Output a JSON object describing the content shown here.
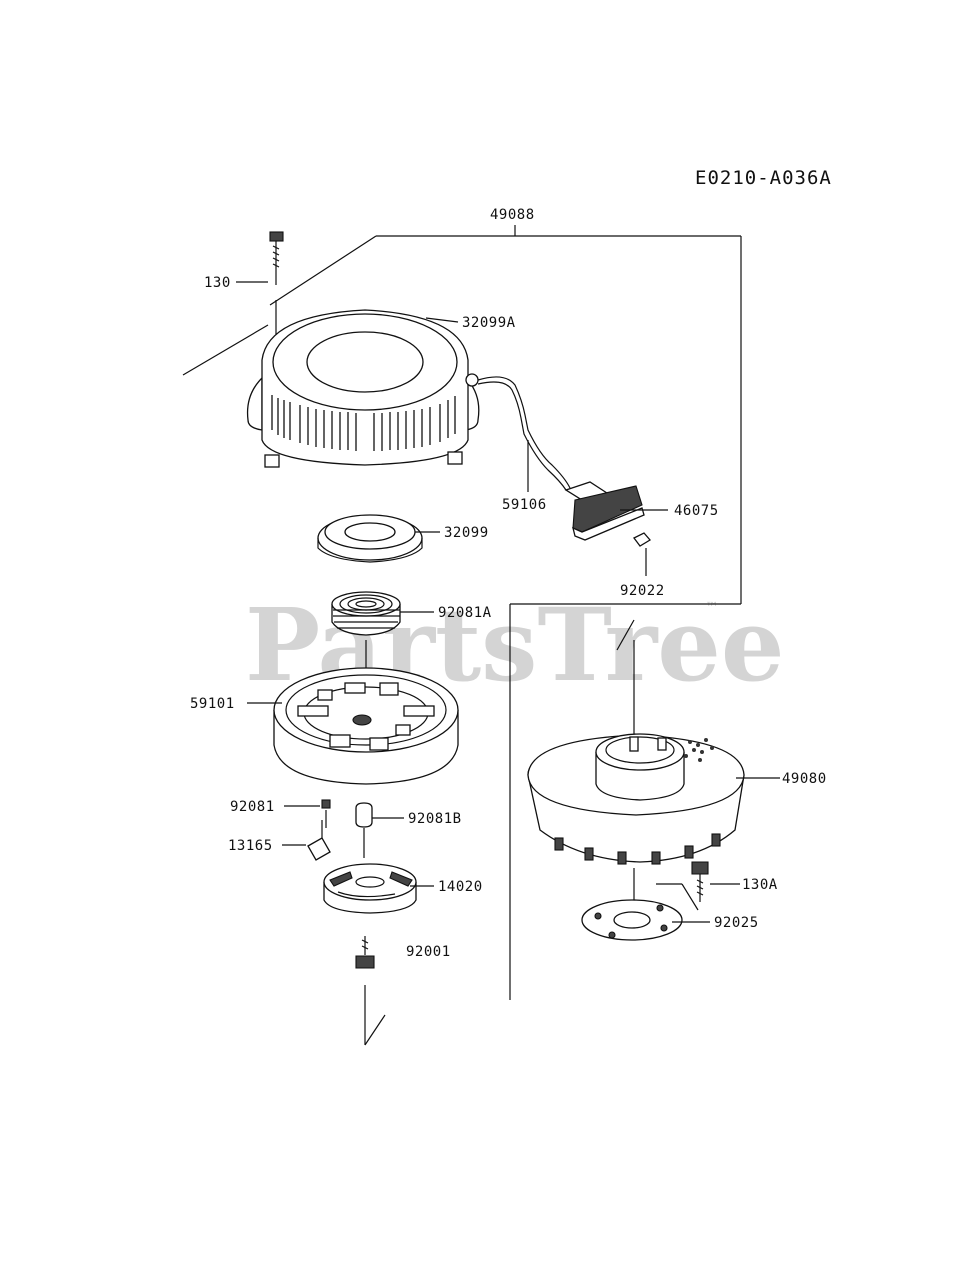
{
  "diagram_code": "E0210-A036A",
  "watermark": {
    "text": "PartsTree",
    "trademark": "™"
  },
  "part_labels": {
    "assembly": "49088",
    "bolt": "130",
    "case": "32099A",
    "rope": "59106",
    "handle": "46075",
    "handle_insert": "92022",
    "spring_case": "32099",
    "recoil_spring": "92081A",
    "reel": "59101",
    "spring_small": "92081",
    "ratchet_spring": "92081B",
    "ratchet": "13165",
    "cam_plate": "14020",
    "bolt_center": "92001",
    "pulley": "49080",
    "bolt_pulley": "130A",
    "plate_pulley": "92025"
  }
}
